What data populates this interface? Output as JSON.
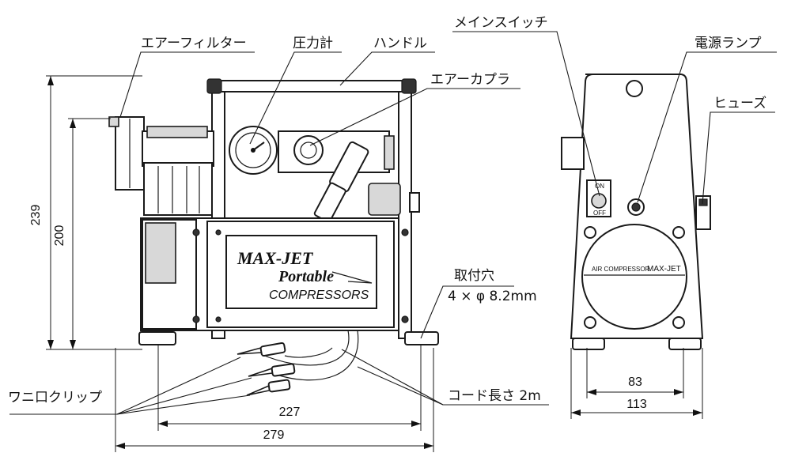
{
  "labels": {
    "air_filter": "エアーフィルター",
    "pressure_gauge": "圧力計",
    "handle": "ハンドル",
    "air_coupler": "エアーカプラ",
    "main_switch": "メインスイッチ",
    "power_lamp": "電源ランプ",
    "fuse": "ヒューズ",
    "mount_hole": "取付穴",
    "mount_hole_spec": "4 × φ 8.2mm",
    "alligator_clip": "ワニ口クリップ",
    "cord_length": "コード長さ 2m"
  },
  "dimensions": {
    "overall_height": "239",
    "body_height": "200",
    "mount_pitch": "227",
    "overall_width": "279",
    "side_mount_pitch": "83",
    "side_width": "113"
  },
  "product_plate": {
    "line1": "MAX-JET",
    "line2": "Portable",
    "line3": "COMPRESSORS"
  },
  "side_plate": {
    "left": "AIR COMPRESSOR",
    "right": "MAX-JET"
  },
  "switch_marks": {
    "on": "ON",
    "off": "OFF"
  }
}
